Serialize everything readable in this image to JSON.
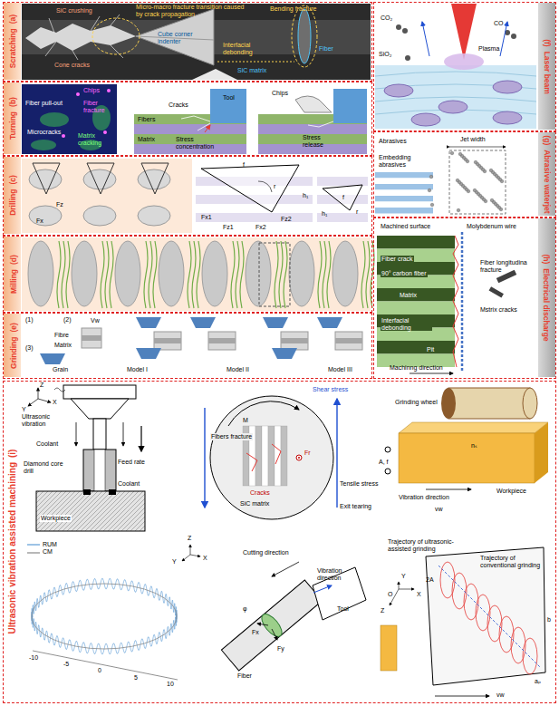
{
  "diagram": {
    "nodes": [
      {
        "text": [
          "(a)",
          "Scratching"
        ]
      },
      {
        "text": [
          "(b)",
          "Turning"
        ]
      },
      {
        "text": [
          "(c)",
          "Drilling"
        ]
      },
      {
        "text": [
          "(d)",
          "Milling"
        ]
      },
      {
        "text": [
          "(e)",
          "Grinding"
        ]
      },
      {
        "text": [
          "(f)",
          "Laser beam"
        ]
      },
      {
        "text": [
          "(g)",
          "Abrasive waterjet"
        ]
      },
      {
        "text": [
          "(h)",
          "Electrical discharge"
        ]
      },
      {
        "text": [
          "(i)",
          "Ultrasonic vibration assisted machining"
        ]
      }
    ],
    "labels": [
      "SiC crushing",
      "Micro-macro fracture transition caused by crack propagation",
      "Bending fracture",
      "Cube corner indenter",
      "Interfacial debonding",
      "Cone cracks",
      "SiC matrix",
      "Fiber",
      "Chips",
      "Fiber pull-out",
      "Fiber fracture",
      "Microcracks",
      "Matrix cracking",
      "Cracks",
      "Tool",
      "Fibers",
      "Matrix",
      "Stress concentration",
      "Chips",
      "Stress release",
      "Fz",
      "Fx",
      "f",
      "r",
      "h₁",
      "Fx1",
      "Fz1",
      "Fx2",
      "Fz2",
      "h₁",
      "f",
      "r",
      "(1)",
      "(2)",
      "(3)",
      "Vw",
      "Fibre",
      "Matrix",
      "Grain",
      "Model I",
      "Model II",
      "Model III",
      "CO₂",
      "CO",
      "SiO₂",
      "Plasma",
      "Abrasives",
      "Jet width",
      "Embedding abrasives",
      "Machined surface",
      "Molybdenum wire",
      "Fiber crack",
      "90° carbon fiber",
      "Matrix",
      "Fiber longitudina fracture",
      "Mstrix cracks",
      "Interfacial debonding",
      "Pit",
      "Machinng direction",
      "Z",
      "Y",
      "X",
      "Ultrasonic vibration",
      "Coolant",
      "Feed rate",
      "Diamond core drill",
      "Coolant",
      "Workpiece",
      "Shear stress",
      "M",
      "Fibers fracture",
      "Fr",
      "Cracks",
      "SiC matrix",
      "Tensile stress",
      "Exit tearing",
      "Grinding wheel",
      "nₛ",
      "A, f",
      "Vibration direction",
      "vw",
      "Workpiece",
      "Z",
      "Y",
      "X",
      "Cutting direction",
      "Vibration direction",
      "Tool",
      "φ",
      "Fx",
      "Fy",
      "Fiber",
      "Trajectory of ultrasonic-assisted grinding",
      "Trajectory of conventional grinding",
      "Y",
      "O",
      "Z",
      "X",
      "2A",
      "b",
      "aₚ",
      "vw",
      "-10",
      "-5",
      "0",
      "5",
      "10"
    ],
    "legend": [
      {
        "text": "RUM"
      },
      {
        "text": "CM"
      }
    ]
  }
}
